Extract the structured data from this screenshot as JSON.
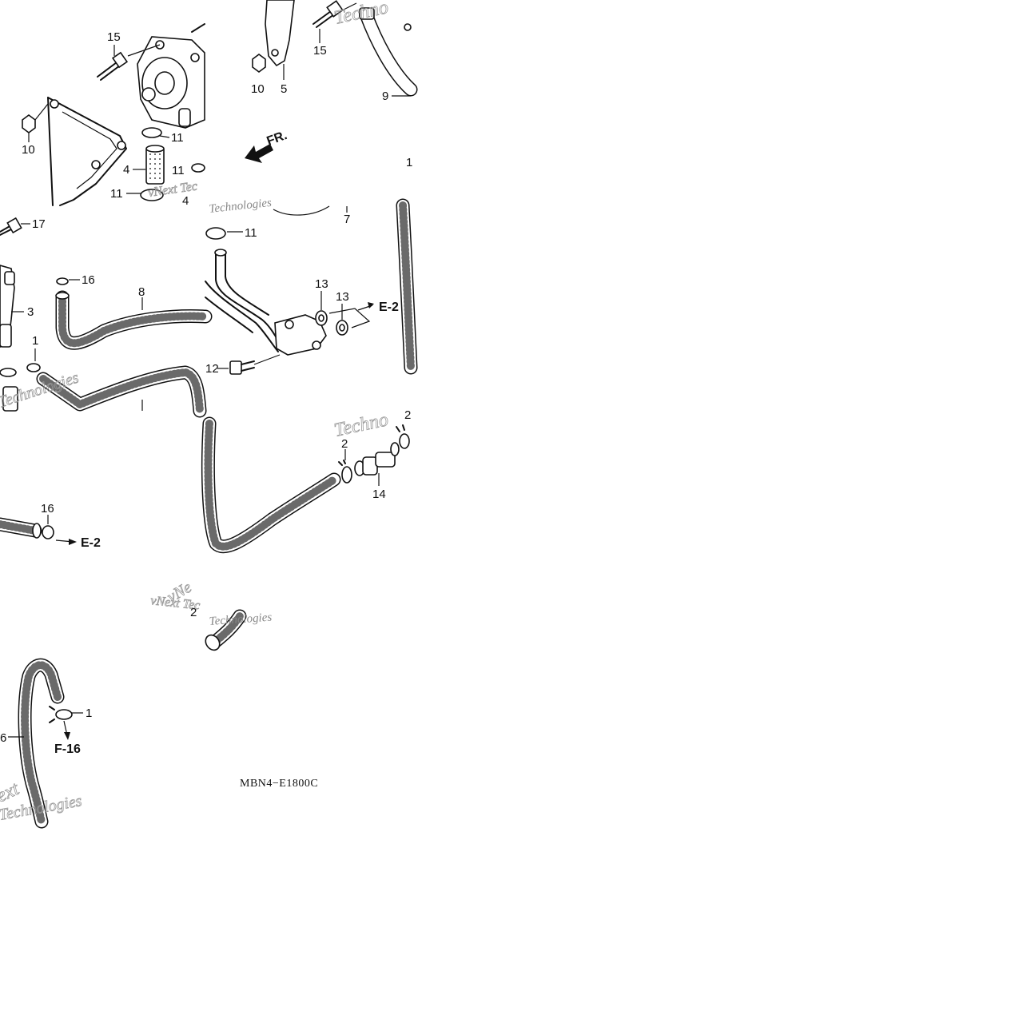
{
  "diagram": {
    "code": "MBN4−E1800C",
    "front_marker": "FR.",
    "watermark": {
      "text_a": "vNext Tec",
      "text_b": "Technologies",
      "text_c": "Techno",
      "text_d": "ext",
      "text_e": "vNe"
    },
    "references": {
      "e2": "E-2",
      "f16": "F-16"
    },
    "callouts": {
      "c1": "1",
      "c2": "2",
      "c3": "3",
      "c4": "4",
      "c5": "5",
      "c6": "6",
      "c7": "7",
      "c8": "8",
      "c9": "9",
      "c10": "10",
      "c11": "11",
      "c12": "12",
      "c13": "13",
      "c14": "14",
      "c15": "15",
      "c16": "16",
      "c17": "17"
    }
  }
}
